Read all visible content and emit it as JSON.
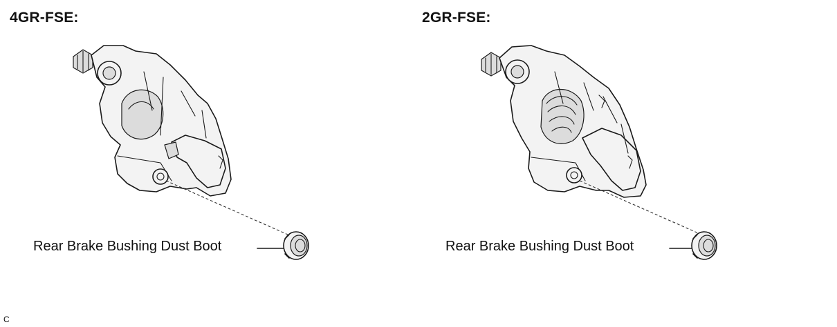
{
  "panels": [
    {
      "title": "4GR-FSE:",
      "part_label": "Rear Brake Bushing Dust Boot"
    },
    {
      "title": "2GR-FSE:",
      "part_label": "Rear Brake Bushing Dust Boot"
    }
  ],
  "corner_code": "C"
}
